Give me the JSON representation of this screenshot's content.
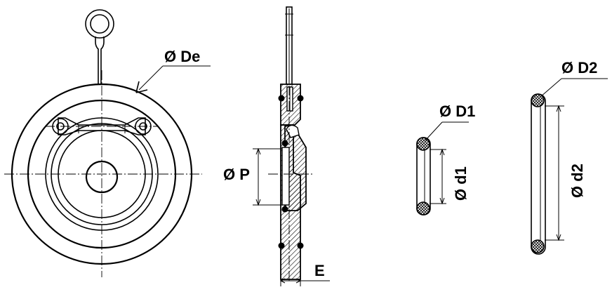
{
  "labels": {
    "de": "Ø De",
    "p": "Ø P",
    "e": "E",
    "d1_upper": "Ø D1",
    "d1_lower": "Ø d1",
    "d2_upper": "Ø D2",
    "d2_lower": "Ø d2"
  },
  "colors": {
    "line": "#000000",
    "background": "#ffffff",
    "hatch": "#000000"
  }
}
